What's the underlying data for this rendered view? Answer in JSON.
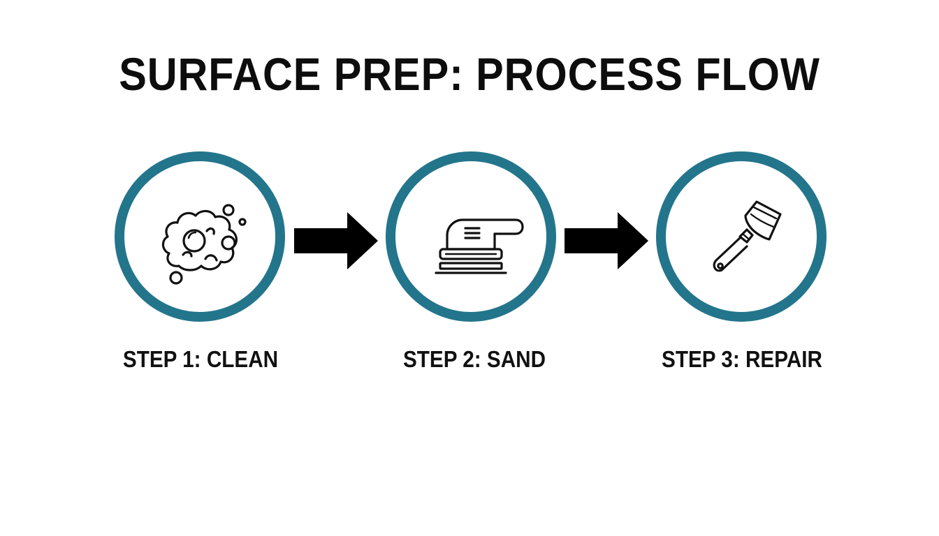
{
  "title": "SURFACE PREP: PROCESS FLOW",
  "colors": {
    "ring": "#23758b",
    "ink": "#111111",
    "background": "#ffffff"
  },
  "steps": [
    {
      "label": "STEP 1: CLEAN",
      "icon": "soap-bubbles-icon"
    },
    {
      "label": "STEP 2: SAND",
      "icon": "orbital-sander-icon"
    },
    {
      "label": "STEP 3: REPAIR",
      "icon": "putty-knife-icon"
    }
  ],
  "connectors": [
    "arrow-right-icon",
    "arrow-right-icon"
  ]
}
